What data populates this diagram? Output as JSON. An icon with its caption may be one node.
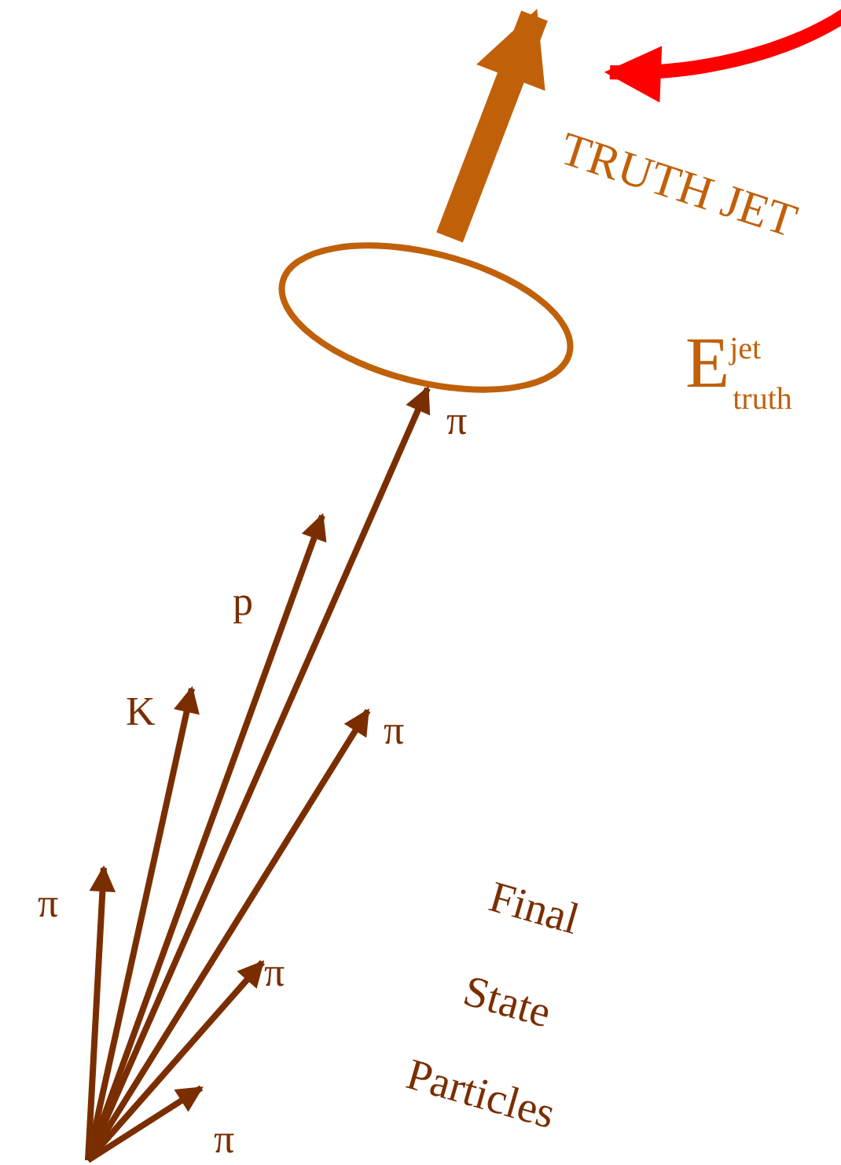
{
  "diagram": {
    "nodes": [
      {
        "text": [],
        "shape": "ellipse"
      },
      {
        "text": [
          "π"
        ]
      },
      {
        "text": [
          "K"
        ]
      },
      {
        "text": [
          "p"
        ]
      },
      {
        "text": [
          "π"
        ]
      },
      {
        "text": [
          "π"
        ]
      },
      {
        "text": [
          "π"
        ]
      }
    ],
    "edges": [
      {
        "from": null,
        "to": 1,
        "arrow": "to"
      },
      {
        "from": null,
        "to": 2,
        "arrow": "to"
      },
      {
        "from": null,
        "to": 3,
        "arrow": "to"
      },
      {
        "from": null,
        "to": 0,
        "arrow": "to",
        "label": "π"
      },
      {
        "from": null,
        "to": 4,
        "arrow": "to"
      },
      {
        "from": null,
        "to": 5,
        "arrow": "to"
      },
      {
        "from": null,
        "to": 6,
        "arrow": "to"
      },
      {
        "from": 0,
        "to": null,
        "arrow": "to",
        "style": "thick",
        "color": "#c0610a"
      }
    ],
    "labels": [
      "TRUTH JET",
      "E$^{jet}$$_{truth}$",
      "Final State Particles"
    ]
  }
}
